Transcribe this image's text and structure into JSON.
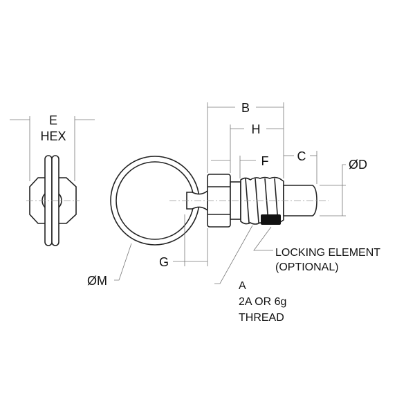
{
  "labels": {
    "e": "E",
    "hex": "HEX",
    "b": "B",
    "h": "H",
    "f": "F",
    "c": "C",
    "d": "ØD",
    "g": "G",
    "m": "ØM",
    "a": "A",
    "thread_class": "2A OR 6g",
    "thread": "THREAD",
    "locking": "LOCKING ELEMENT",
    "optional": "(OPTIONAL)"
  }
}
